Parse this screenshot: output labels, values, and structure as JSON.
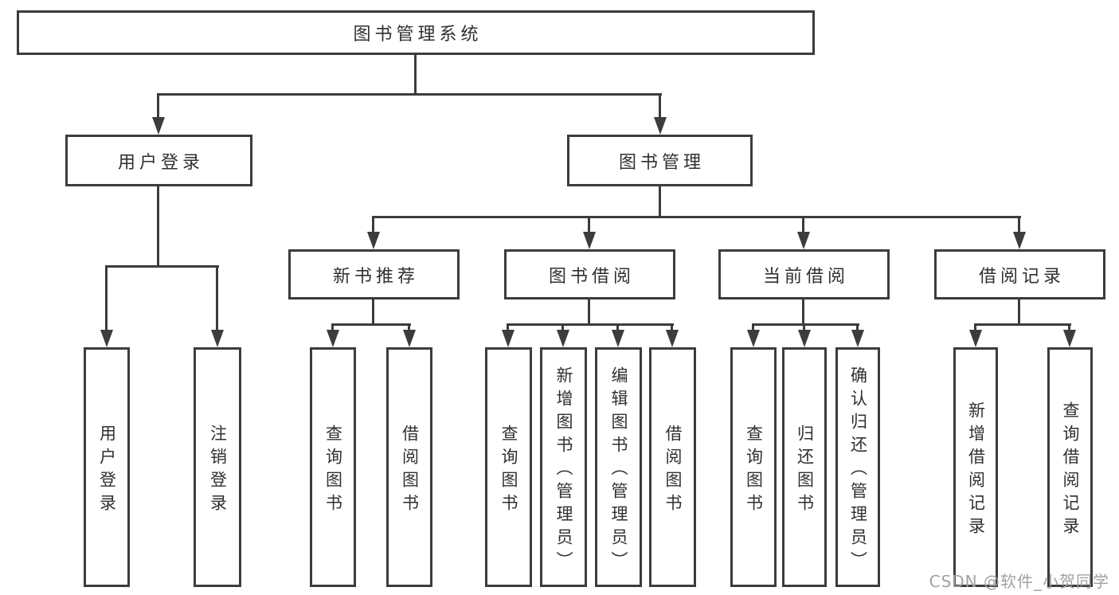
{
  "diagram_type": "hierarchy-tree",
  "watermark": "CSDN @软件_小贺同学",
  "colors": {
    "line": "#3c3c3c",
    "text": "#303030",
    "background": "#ffffff",
    "watermark": "#a1a1a6"
  },
  "tree": {
    "label": "图书管理系统",
    "children": [
      {
        "label": "用户登录",
        "children": [
          {
            "label": "用户登录"
          },
          {
            "label": "注销登录"
          }
        ]
      },
      {
        "label": "图书管理",
        "children": [
          {
            "label": "新书推荐",
            "children": [
              {
                "label": "查询图书"
              },
              {
                "label": "借阅图书"
              }
            ]
          },
          {
            "label": "图书借阅",
            "children": [
              {
                "label": "查询图书"
              },
              {
                "label": "新增图书（管理员）"
              },
              {
                "label": "编辑图书（管理员）"
              },
              {
                "label": "借阅图书"
              }
            ]
          },
          {
            "label": "当前借阅",
            "children": [
              {
                "label": "查询图书"
              },
              {
                "label": "归还图书"
              },
              {
                "label": "确认归还（管理员）"
              }
            ]
          },
          {
            "label": "借阅记录",
            "children": [
              {
                "label": "新增借阅记录"
              },
              {
                "label": "查询借阅记录"
              }
            ]
          }
        ]
      }
    ]
  }
}
